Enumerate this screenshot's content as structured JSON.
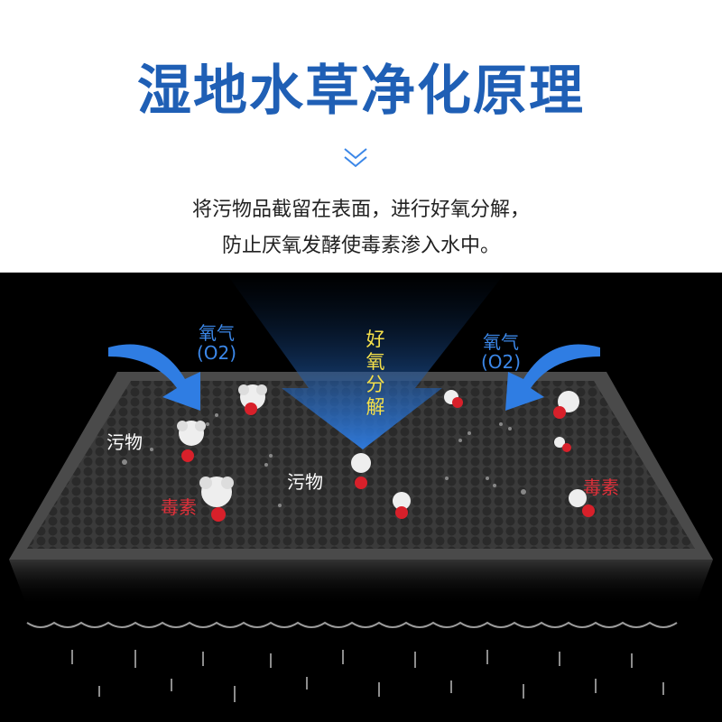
{
  "header": {
    "title": "湿地水草净化原理",
    "subtitle_line1": "将污物品截留在表面，进行好氧分解，",
    "subtitle_line2": "防止厌氧发酵使毒素渗入水中。"
  },
  "diagram": {
    "left_arrow_label": "氧气",
    "left_arrow_formula": "(O2)",
    "right_arrow_label": "氧气",
    "right_arrow_formula": "(O2)",
    "center_arrow_label": "好\n氧\n分\n解",
    "pollutant_label_left": "污物",
    "pollutant_label_center": "污物",
    "toxin_label_left": "毒素",
    "toxin_label_right": "毒素",
    "colors": {
      "title": "#1f5fb5",
      "arrow_blue": "#2f7de3",
      "oxygen_text": "#3b87e8",
      "decompose_text": "#f5e04a",
      "toxin_text": "#e0303a",
      "mat": "#3a3a3a"
    }
  }
}
